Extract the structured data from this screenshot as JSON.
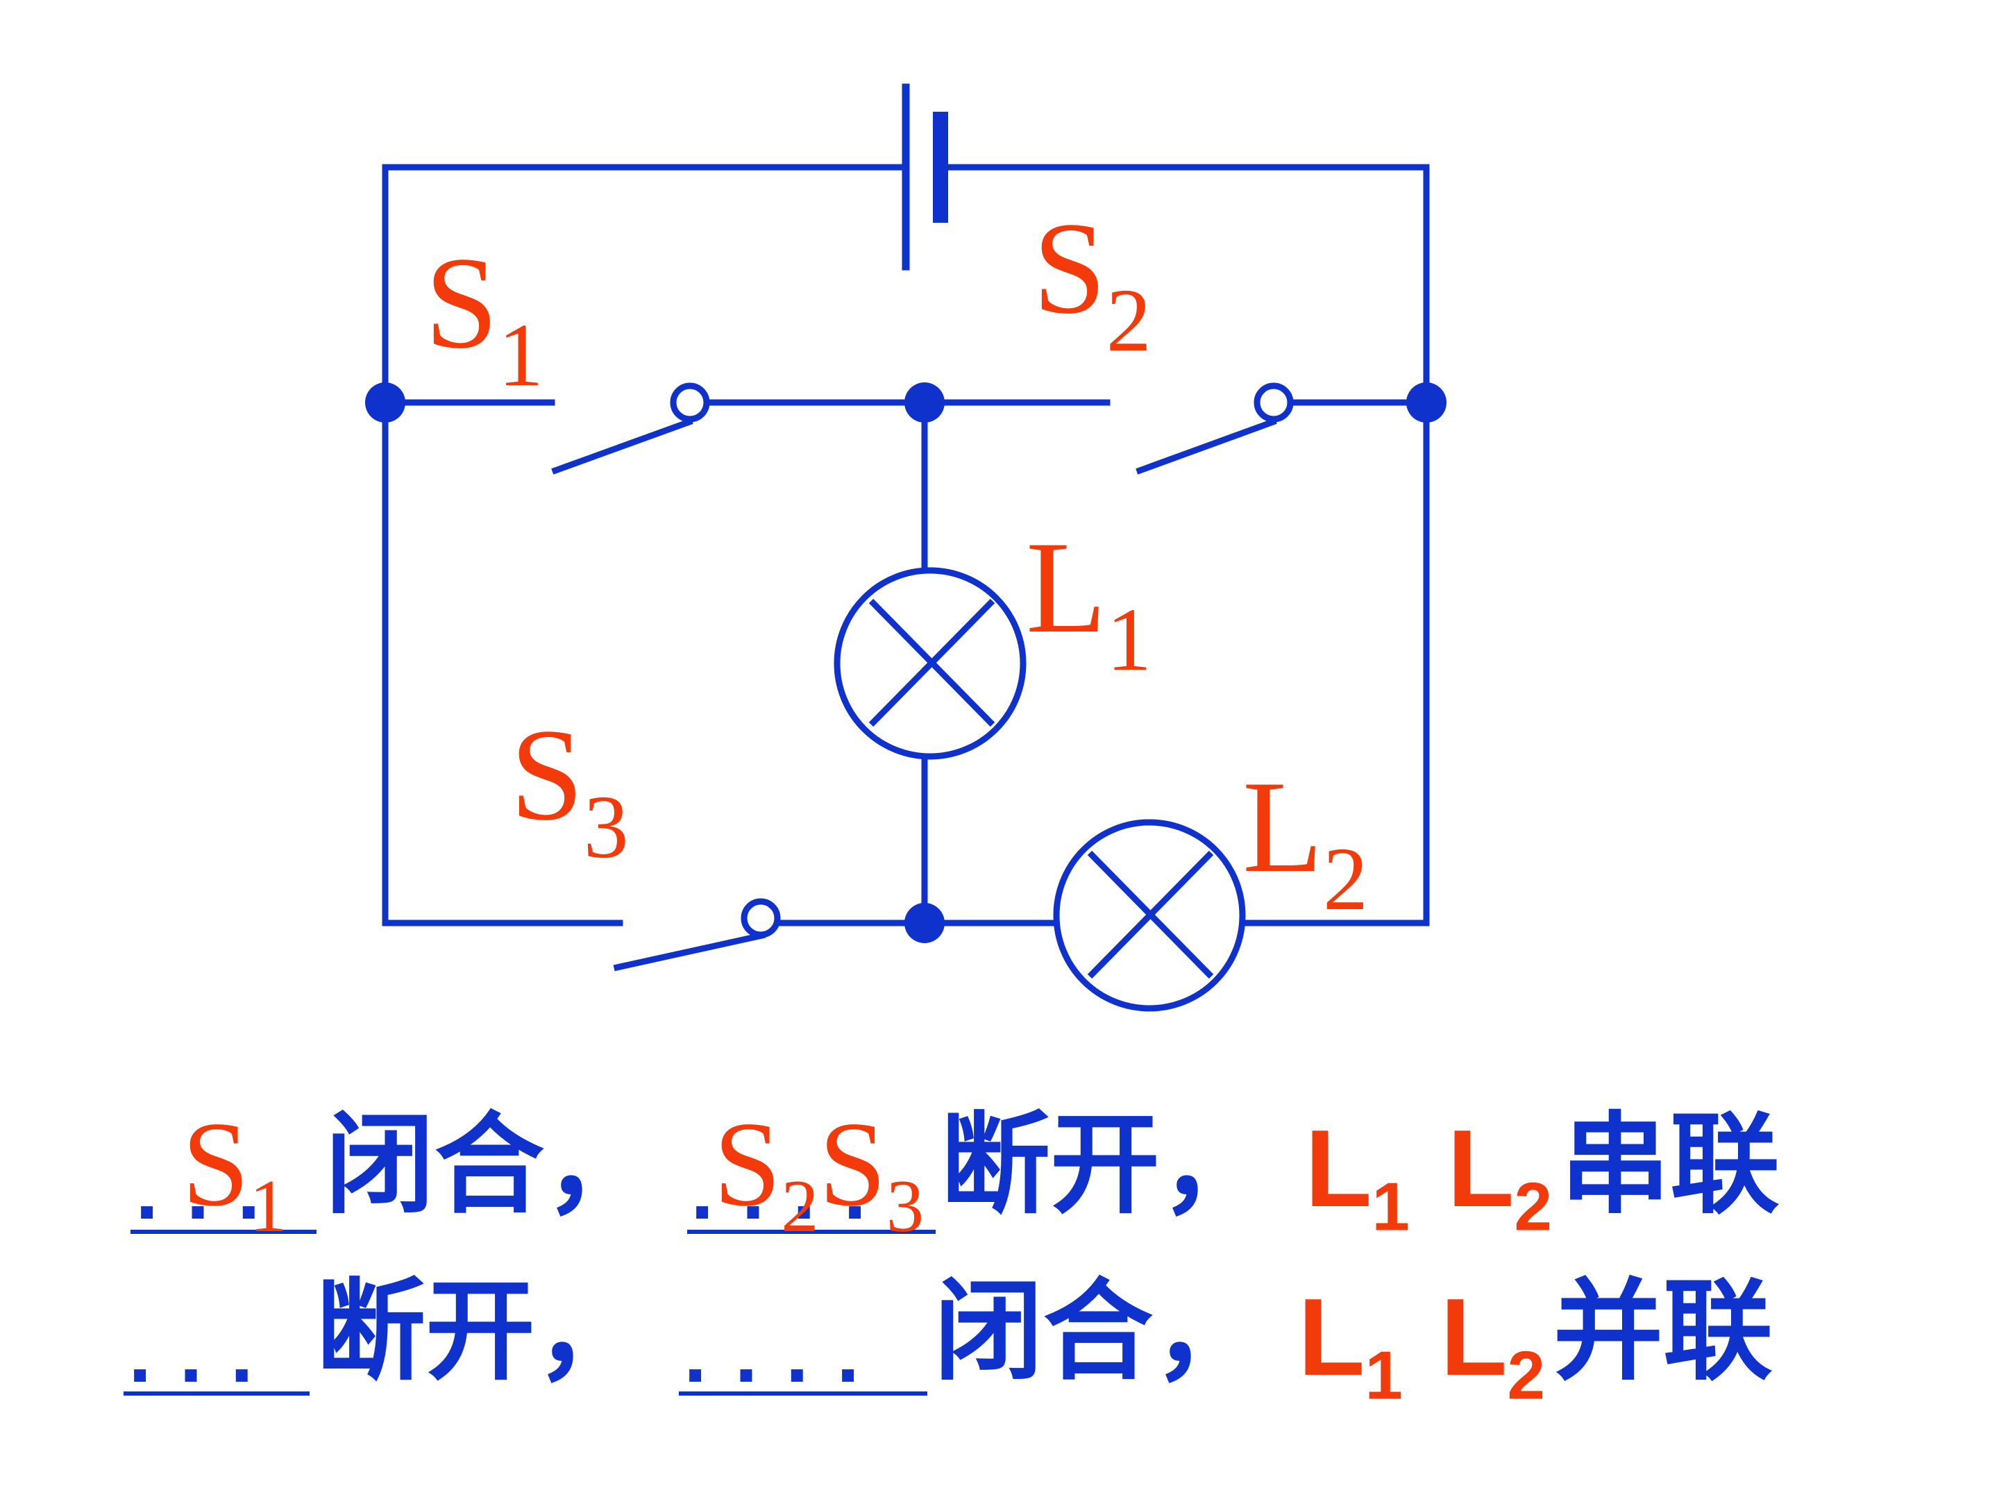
{
  "colors": {
    "wire": "#0f31cc",
    "label": "#f23a0a",
    "text": "#0f31cc",
    "answer": "#f23a0a"
  },
  "circuit_labels": {
    "s1": {
      "main": "S",
      "sub": "1"
    },
    "s2": {
      "main": "S",
      "sub": "2"
    },
    "s3": {
      "main": "S",
      "sub": "3"
    },
    "l1": {
      "main": "L",
      "sub": "1"
    },
    "l2": {
      "main": "L",
      "sub": "2"
    }
  },
  "lines": [
    {
      "blank1_dots": "...",
      "blank1_answer_main": "S",
      "blank1_answer_sub": "1",
      "word1": "闭合，",
      "blank2_dots": "....",
      "blank2_answer_a_main": "S",
      "blank2_answer_a_sub": "2",
      "blank2_answer_b_main": "S",
      "blank2_answer_b_sub": "3",
      "word2": "断开，",
      "result_l1_main": "L",
      "result_l1_sub": "1",
      "result_l2_main": "L",
      "result_l2_sub": "2",
      "result_word": "串联"
    },
    {
      "blank1_dots": "...",
      "word1": "断开，",
      "blank2_dots": "....",
      "word2": "闭合，",
      "result_l1_main": "L",
      "result_l1_sub": "1",
      "result_l2_main": "L",
      "result_l2_sub": "2",
      "result_word": "并联"
    }
  ]
}
